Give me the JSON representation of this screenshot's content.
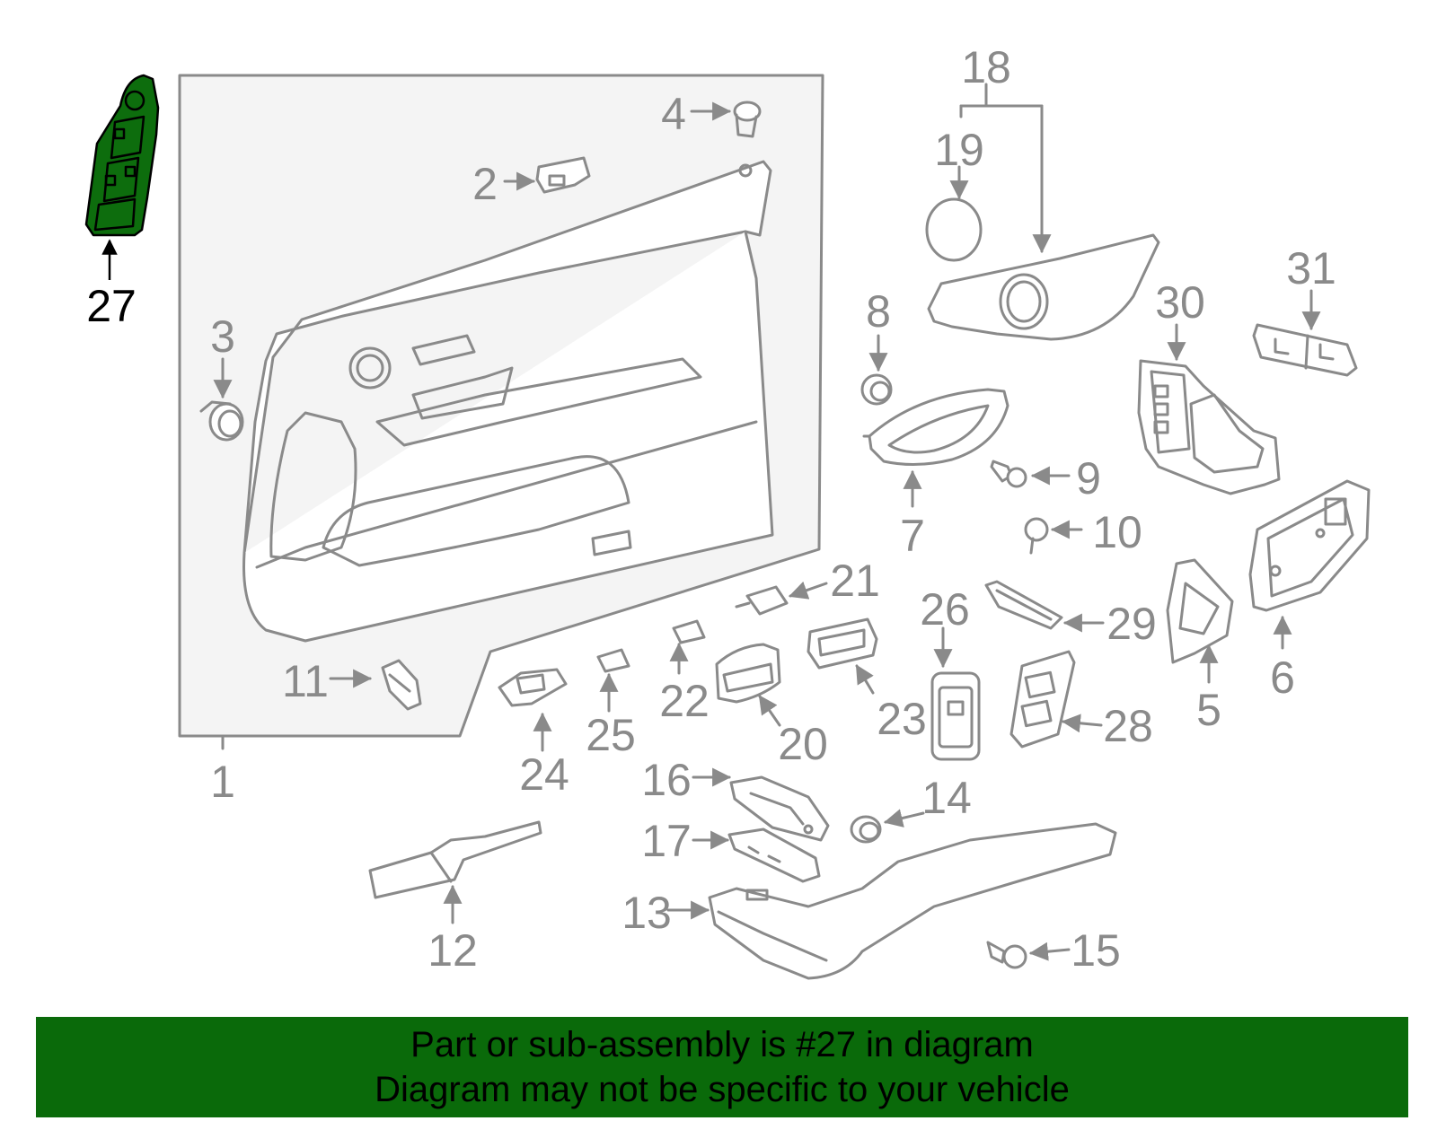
{
  "diagram": {
    "highlighted_part": "27",
    "colors": {
      "line": "#8a8a8a",
      "panel_fill": "#f4f4f4",
      "highlight_fill": "#0d6d0d",
      "highlight_text": "#000000",
      "caption_bg": "#0a6a0a",
      "caption_text": "#000000"
    },
    "labels": {
      "p1": "1",
      "p2": "2",
      "p3": "3",
      "p4": "4",
      "p5": "5",
      "p6": "6",
      "p7": "7",
      "p8": "8",
      "p9": "9",
      "p10": "10",
      "p11": "11",
      "p12": "12",
      "p13": "13",
      "p14": "14",
      "p15": "15",
      "p16": "16",
      "p17": "17",
      "p18": "18",
      "p19": "19",
      "p20": "20",
      "p21": "21",
      "p22": "22",
      "p23": "23",
      "p24": "24",
      "p25": "25",
      "p26": "26",
      "p27": "27",
      "p28": "28",
      "p29": "29",
      "p30": "30",
      "p31": "31"
    }
  },
  "caption": {
    "line1": "Part or sub-assembly is #27 in diagram",
    "line2": "Diagram may not be specific to your vehicle"
  }
}
